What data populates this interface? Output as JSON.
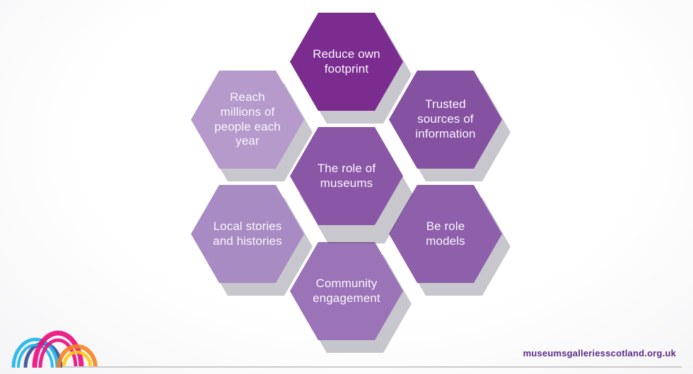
{
  "diagram": {
    "center": {
      "id": "the-role-of-museums",
      "label": "The role of museums",
      "color": "#8A57A6"
    },
    "satellites": [
      {
        "id": "reduce-own-footprint",
        "label": "Reduce own footprint",
        "color": "#7B2C8F",
        "position": "top"
      },
      {
        "id": "trusted-sources-of-information",
        "label": "Trusted sources of information",
        "color": "#8551A1",
        "position": "top-right"
      },
      {
        "id": "be-role-models",
        "label": "Be role models",
        "color": "#8E60AB",
        "position": "bottom-right"
      },
      {
        "id": "community-engagement",
        "label": "Community engagement",
        "color": "#9B73B7",
        "position": "bottom"
      },
      {
        "id": "local-stories-and-histories",
        "label": "Local stories and histories",
        "color": "#A98BC3",
        "position": "bottom-left"
      },
      {
        "id": "reach-millions-of-people-each-year",
        "label": "Reach millions of people each year",
        "color": "#B59ACB",
        "position": "top-left"
      }
    ],
    "shadow_color": "rgba(70,70,90,0.30)"
  },
  "footer": {
    "website_url": "museumsgalleriesscotland.org.uk",
    "url_color": "#5B2B87",
    "divider_color": "#CBCBCB"
  },
  "logo": {
    "name": "museums-galleries-scotland-logo",
    "arc_colors": {
      "cyan": "#1FB4E8",
      "blue": "#2B3F90",
      "pink": "#EC0F7E",
      "orange": "#F58220",
      "yellow": "#FFC913"
    }
  }
}
